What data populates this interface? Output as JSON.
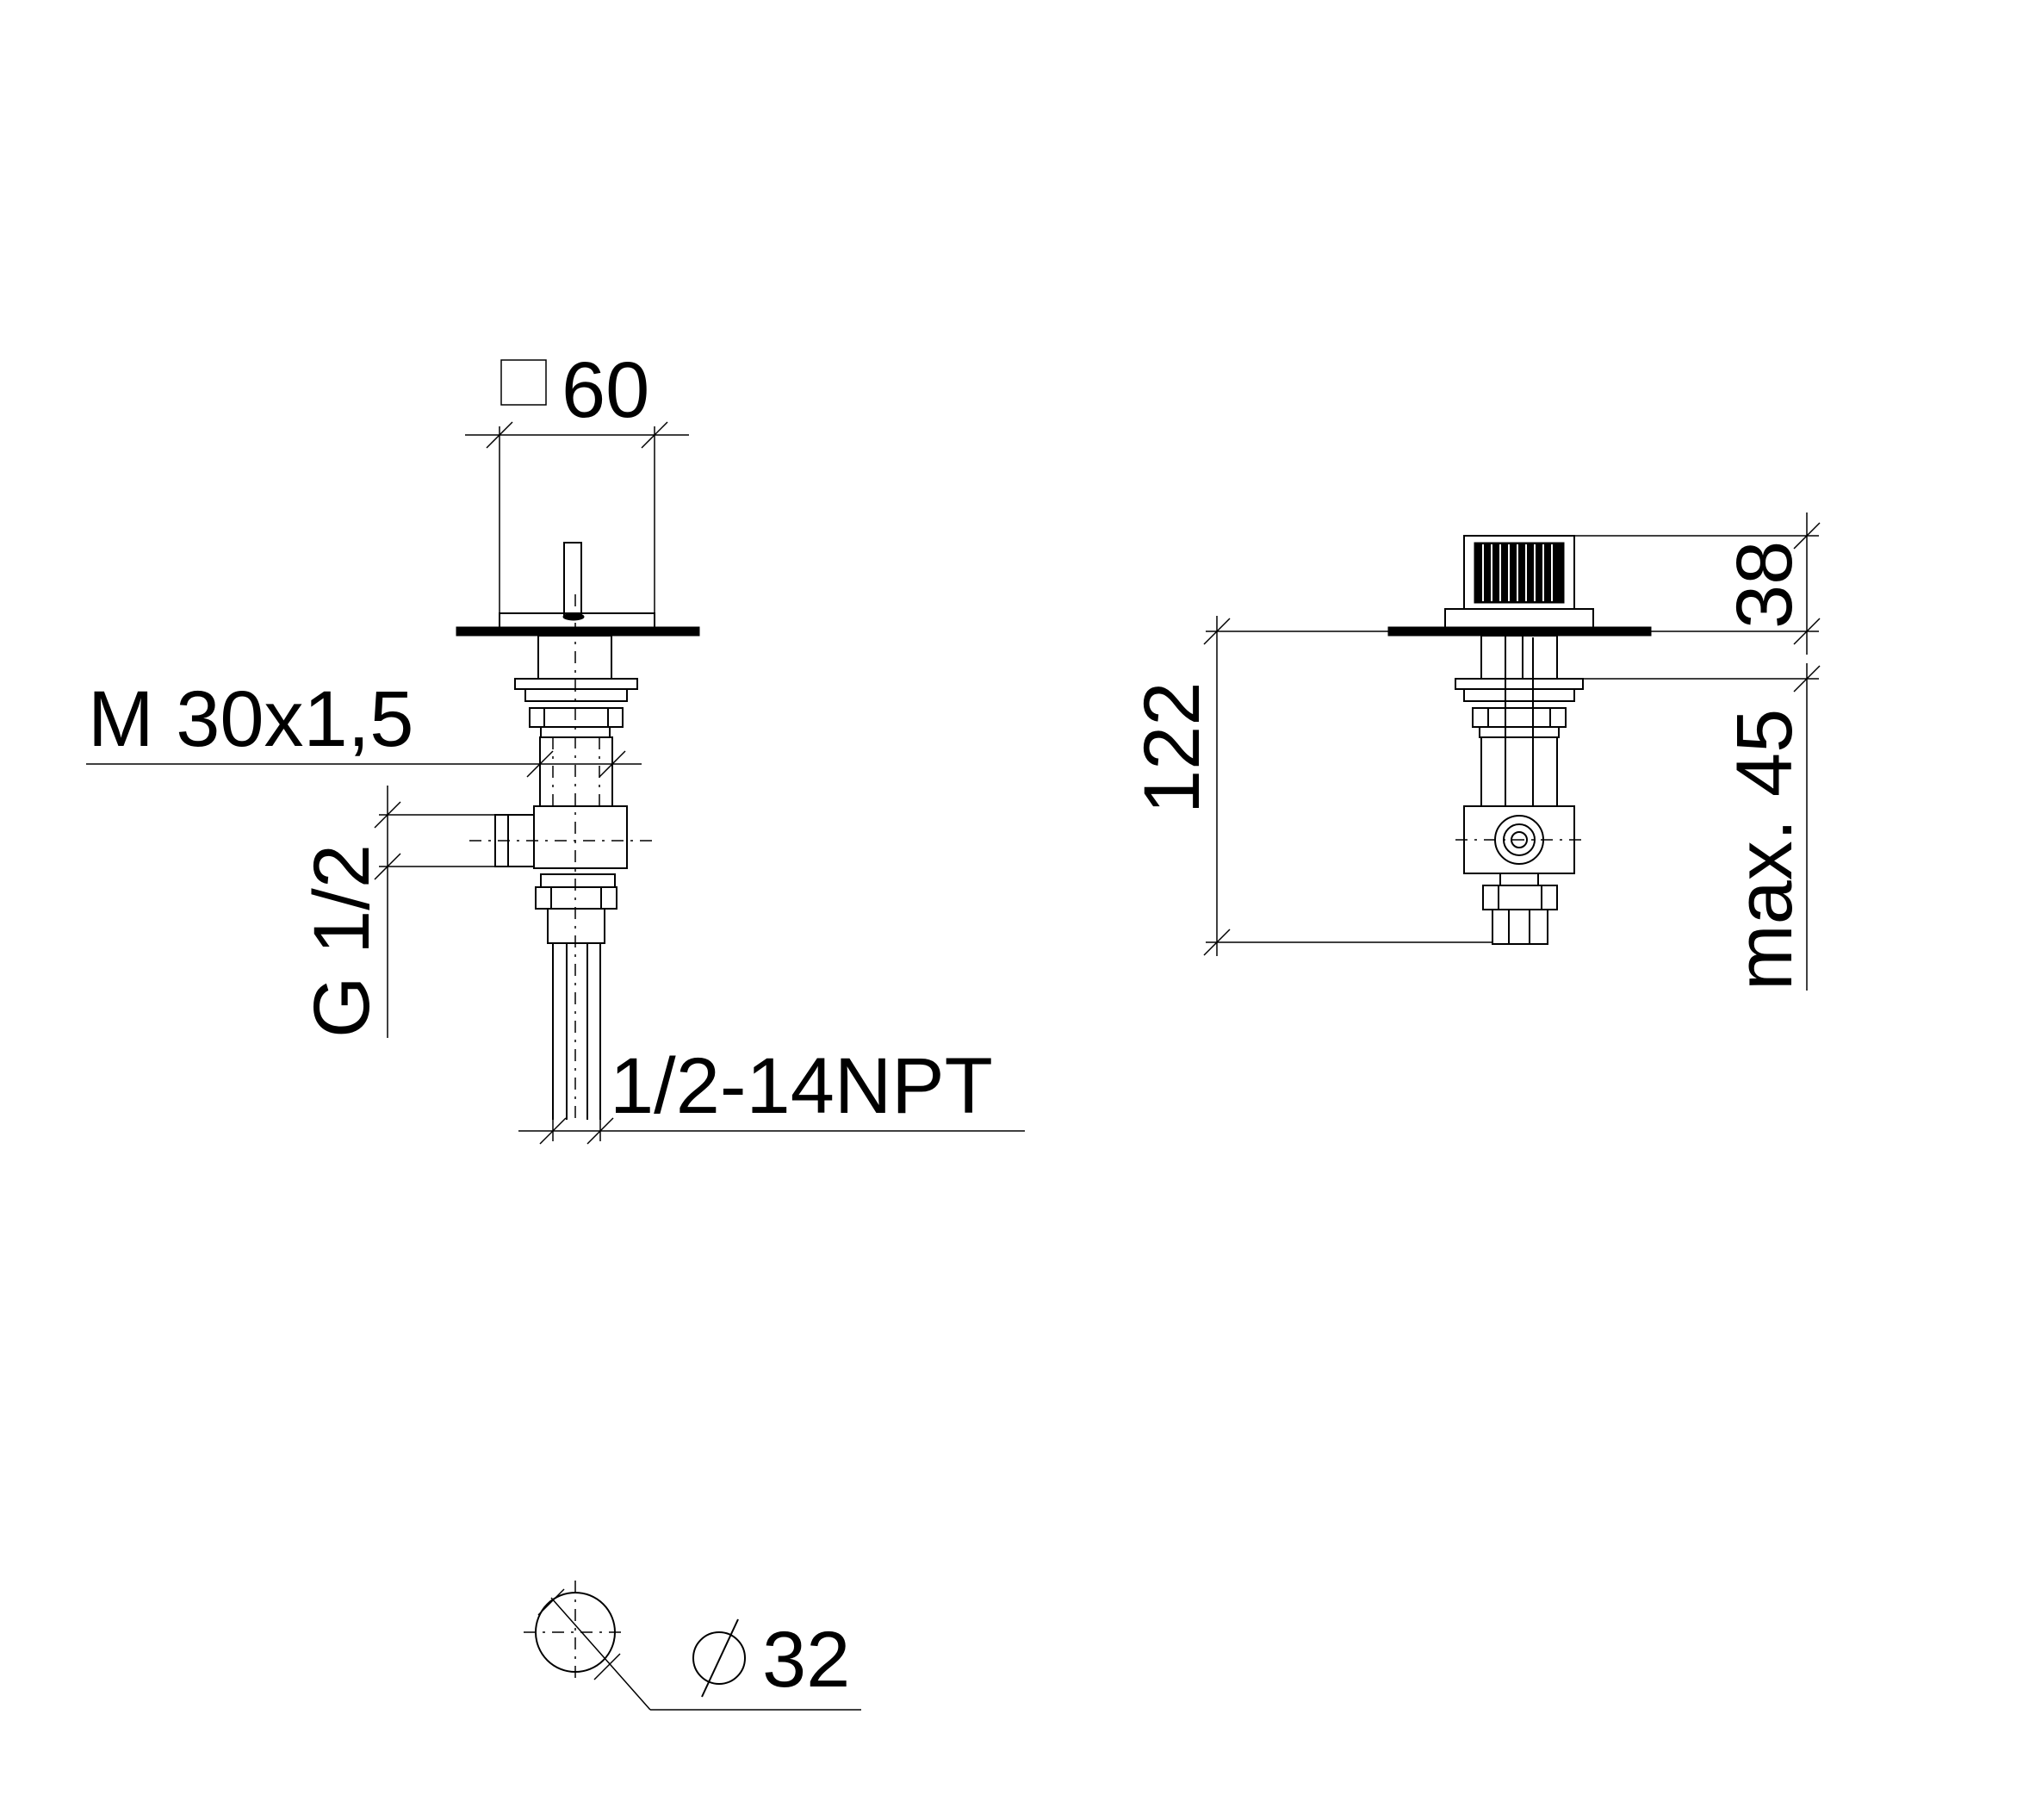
{
  "labels": {
    "square_size": "60",
    "thread_m": "M 30x1,5",
    "thread_g": "G 1/2",
    "thread_npt": "1/2-14NPT",
    "total_height": "122",
    "handle_height": "38",
    "max_thickness": "max. 45",
    "diameter": "32"
  },
  "symbols": {
    "square": "square-symbol",
    "diameter": "diameter-symbol"
  }
}
